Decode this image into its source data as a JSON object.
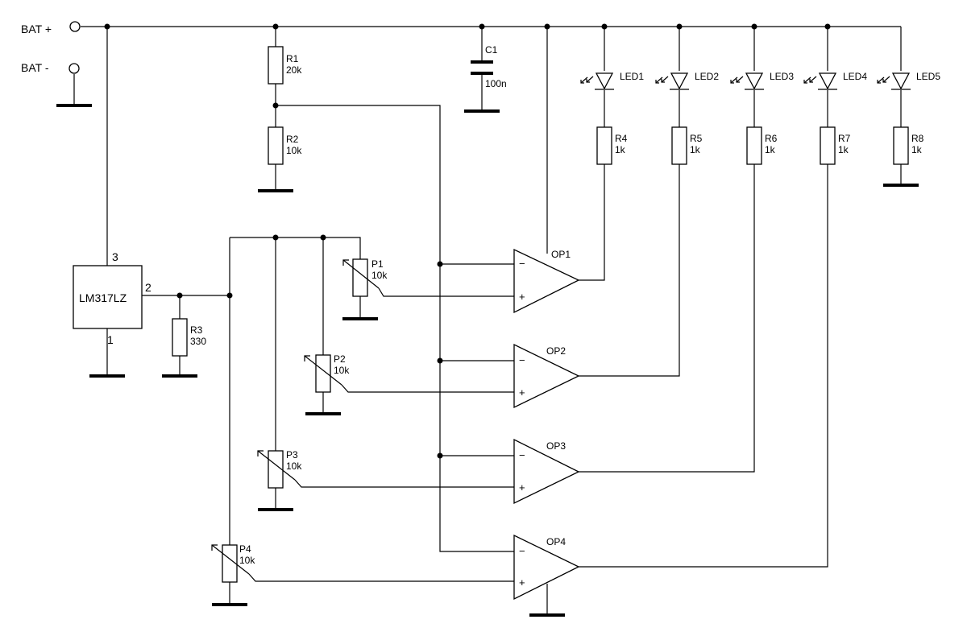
{
  "terminals": {
    "bat_plus": "BAT +",
    "bat_minus": "BAT -"
  },
  "regulator": {
    "name": "LM317LZ",
    "pin_in": "3",
    "pin_adj": "2",
    "pin_out": "1"
  },
  "capacitor": {
    "name": "C1",
    "value": "100n"
  },
  "resistors": [
    {
      "name": "R1",
      "value": "20k"
    },
    {
      "name": "R2",
      "value": "10k"
    },
    {
      "name": "R3",
      "value": "330"
    },
    {
      "name": "R4",
      "value": "1k"
    },
    {
      "name": "R5",
      "value": "1k"
    },
    {
      "name": "R6",
      "value": "1k"
    },
    {
      "name": "R7",
      "value": "1k"
    },
    {
      "name": "R8",
      "value": "1k"
    }
  ],
  "potentiometers": [
    {
      "name": "P1",
      "value": "10k"
    },
    {
      "name": "P2",
      "value": "10k"
    },
    {
      "name": "P3",
      "value": "10k"
    },
    {
      "name": "P4",
      "value": "10k"
    }
  ],
  "leds": [
    "LED1",
    "LED2",
    "LED3",
    "LED4",
    "LED5"
  ],
  "opamps": [
    {
      "name": "OP1",
      "minus": "−",
      "plus": "+"
    },
    {
      "name": "OP2",
      "minus": "−",
      "plus": "+"
    },
    {
      "name": "OP3",
      "minus": "−",
      "plus": "+"
    },
    {
      "name": "OP4",
      "minus": "−",
      "plus": "+"
    }
  ]
}
